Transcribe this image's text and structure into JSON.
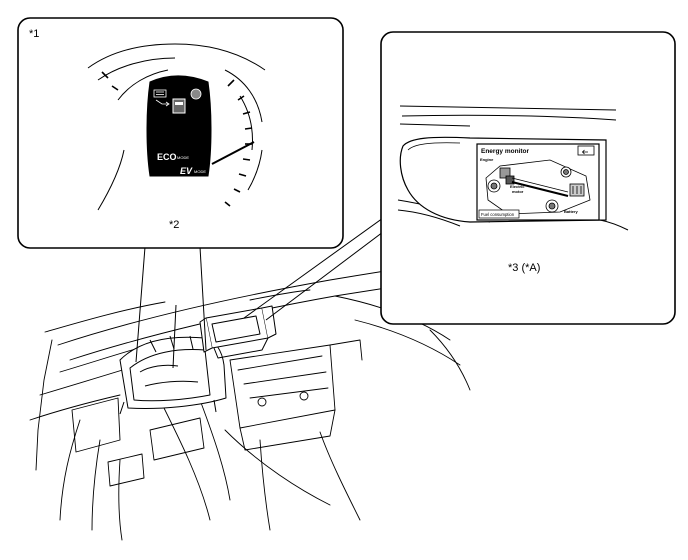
{
  "callouts": {
    "c1": "*1",
    "c2": "*2",
    "c3": "*3 (*A)"
  },
  "cluster": {
    "eco_label": "ECO",
    "eco_mode": "MODE",
    "ev_label": "EV",
    "ev_mode": "MODE"
  },
  "screen": {
    "title": "Energy monitor",
    "engine": "Engine",
    "electric": "Electric",
    "motor": "motor",
    "battery": "Battery",
    "fuel": "Fuel consumption",
    "back_icon": "back-arrow-icon"
  },
  "colors": {
    "line": "#000000",
    "panel_border": "#000000",
    "background": "#ffffff"
  }
}
